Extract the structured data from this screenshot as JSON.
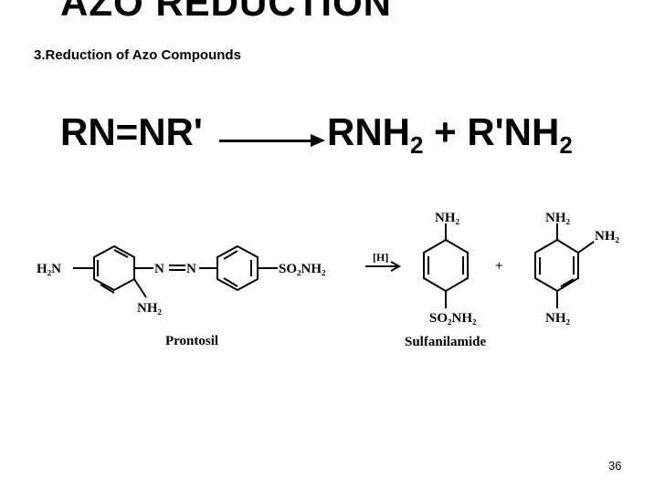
{
  "slide": {
    "title": "AZO REDUCTION",
    "subtitle": "3.Reduction of Azo Compounds",
    "page_number": "36"
  },
  "equation": {
    "reactant": "RN=NR'",
    "product1_base": "RNH",
    "product1_sub": "2",
    "plus": "+",
    "product2_base": "R'NH",
    "product2_sub": "2"
  },
  "scheme": {
    "prontosil_h2n": "H₂N",
    "prontosil_azo_n1": "N",
    "prontosil_azo_n2": "N",
    "prontosil_so2nh2": "SO₂NH₂",
    "prontosil_nh2": "NH₂",
    "prontosil_label": "Prontosil",
    "reagent": "[H]",
    "plus": "+",
    "sulfa_nh2": "NH₂",
    "sulfa_so2nh2": "SO₂NH₂",
    "sulfa_label": "Sulfanilamide",
    "triamine_nh2_top": "NH₂",
    "triamine_nh2_right": "NH₂",
    "triamine_nh2_bottom": "NH₂"
  }
}
